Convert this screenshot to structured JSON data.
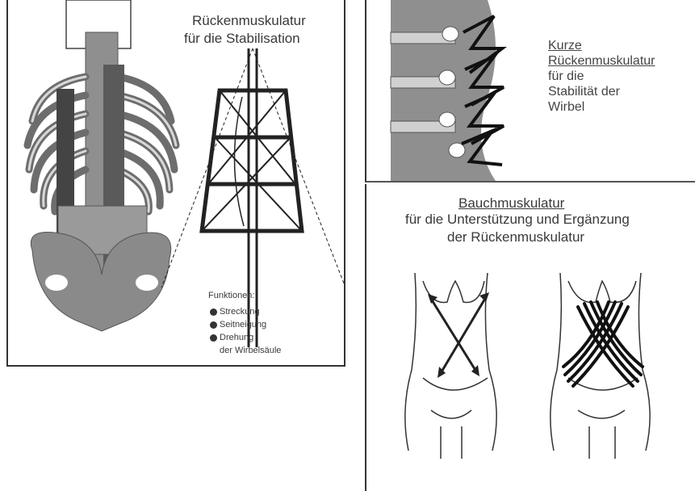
{
  "panel_back": {
    "title_line1": "Rückenmuskulatur",
    "title_line2": "für die Stabilisation",
    "functions_heading": "Funktionen:",
    "functions": [
      "Streckung",
      "Seitneigung",
      "Drehung"
    ],
    "functions_cont": "der Wirbelsäule"
  },
  "panel_short": {
    "line1": "Kurze",
    "line2": "Rückenmuskulatur",
    "line3": "für die",
    "line4": "Stabilität der",
    "line5": "Wirbel"
  },
  "panel_abdominal": {
    "title": "Bauchmuskulatur",
    "subtitle1": "für die Unterstützung und Ergänzung",
    "subtitle2": "der Rückenmuskulatur"
  },
  "colors": {
    "paper": "#ffffff",
    "ink": "#2a2a2a",
    "bone_fill": "#9a9a9a",
    "bone_light": "#cfcfcf",
    "border": "#333333"
  }
}
